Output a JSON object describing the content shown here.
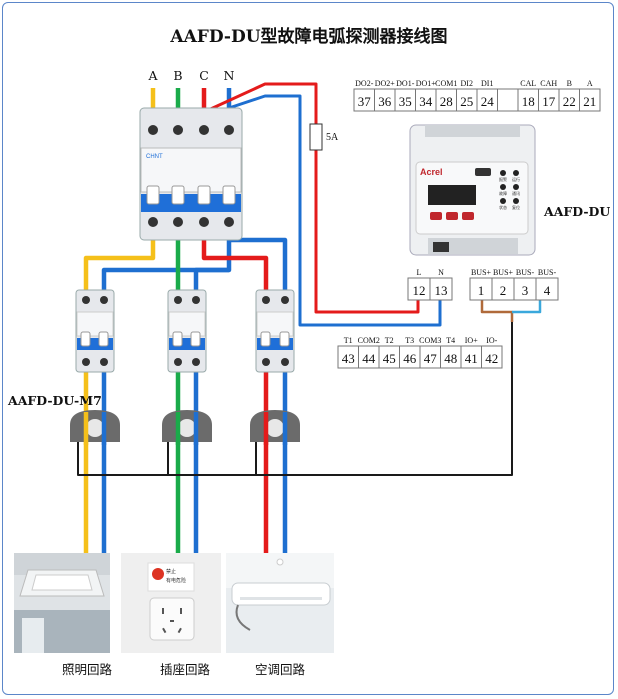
{
  "title": "AAFD-DU型故障电弧探测器接线图",
  "phases": [
    "A",
    "B",
    "C",
    "N"
  ],
  "fuse_label": "5A",
  "device_label": "AAFD-DU",
  "sensor_label": "AAFD-DU-M7",
  "device_panel": {
    "brand": "Acrel",
    "button_labels": [
      "报警",
      "运行",
      "故障",
      "通讯",
      "状态",
      "复位"
    ]
  },
  "breaker_brand": "CHNT",
  "top_terminals": {
    "headers": [
      "DO2-",
      "DO2+",
      "DO1-",
      "DO1+",
      "COM1",
      "DI2",
      "DI1",
      "",
      "CAL",
      "CAH",
      "B",
      "A"
    ],
    "numbers": [
      "37",
      "36",
      "35",
      "34",
      "28",
      "25",
      "24",
      "",
      "18",
      "17",
      "22",
      "21"
    ]
  },
  "power_terminals": {
    "headers": [
      "L",
      "N"
    ],
    "numbers": [
      "12",
      "13"
    ]
  },
  "bus_terminals": {
    "headers": [
      "BUS+",
      "BUS+",
      "BUS-",
      "BUS-"
    ],
    "numbers": [
      "1",
      "2",
      "3",
      "4"
    ]
  },
  "bottom_terminals": {
    "headers": [
      "T1",
      "COM2",
      "T2",
      "T3",
      "COM3",
      "T4",
      "IO+",
      "IO-"
    ],
    "numbers": [
      "43",
      "44",
      "45",
      "46",
      "47",
      "48",
      "41",
      "42"
    ]
  },
  "circuits": [
    "照明回路",
    "插座回路",
    "空调回路"
  ],
  "socket_sign": "禁止\n有电危险",
  "colors": {
    "yellow": "#f5c01a",
    "green": "#1aab4a",
    "red": "#e41b1b",
    "blue": "#1e6fd0",
    "brown": "#b06a3a",
    "cyan": "#3aa8dc",
    "black": "#1a1a1a",
    "breaker_blue": "#1f6fd8",
    "frame": "#5b86c9"
  }
}
